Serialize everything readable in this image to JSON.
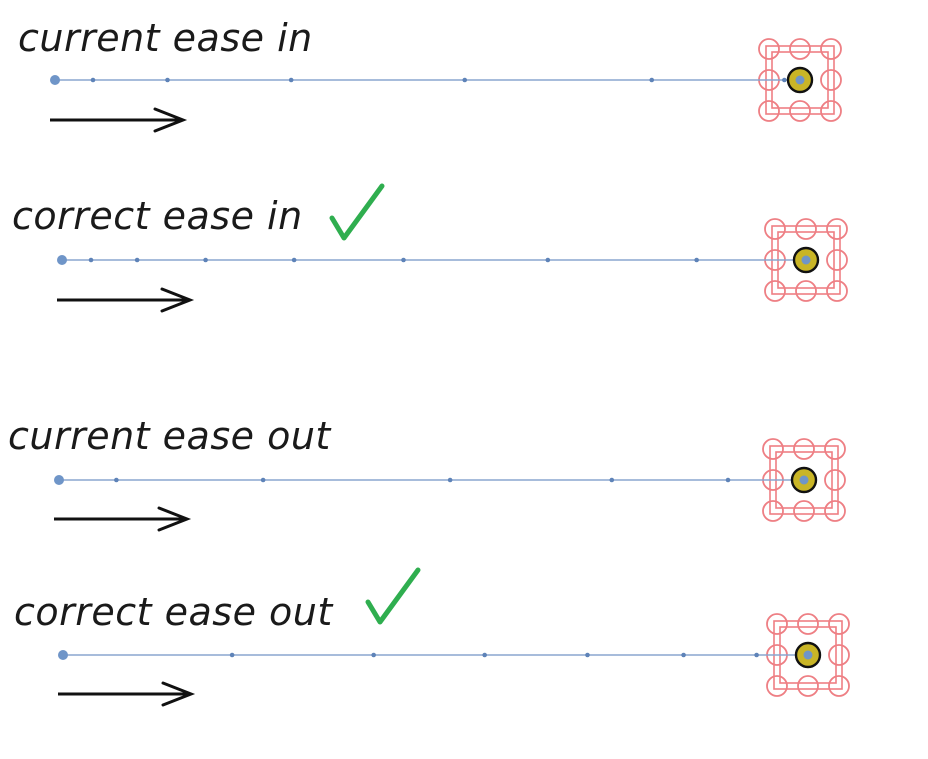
{
  "colors": {
    "track": "#8aa5cf",
    "tick": "#5e83b8",
    "handle_ring": "#111111",
    "handle_fill": "#c9b526",
    "handle_center": "#6f95c8",
    "grid": "#ee7f84",
    "arrow": "#111111",
    "check": "#2fae4f"
  },
  "rows": [
    {
      "label": "current ease in",
      "checked": false,
      "ticks": [
        0.0,
        0.051,
        0.151,
        0.317,
        0.55,
        0.801,
        0.979
      ]
    },
    {
      "label": "correct ease in",
      "checked": true,
      "ticks": [
        0.0,
        0.039,
        0.101,
        0.193,
        0.312,
        0.459,
        0.653,
        0.853
      ]
    },
    {
      "label": "current ease out",
      "checked": false,
      "ticks": [
        0.0,
        0.077,
        0.274,
        0.525,
        0.742,
        0.898
      ]
    },
    {
      "label": "correct ease out",
      "checked": true,
      "ticks": [
        0.0,
        0.227,
        0.417,
        0.566,
        0.704,
        0.833,
        0.931
      ]
    }
  ]
}
